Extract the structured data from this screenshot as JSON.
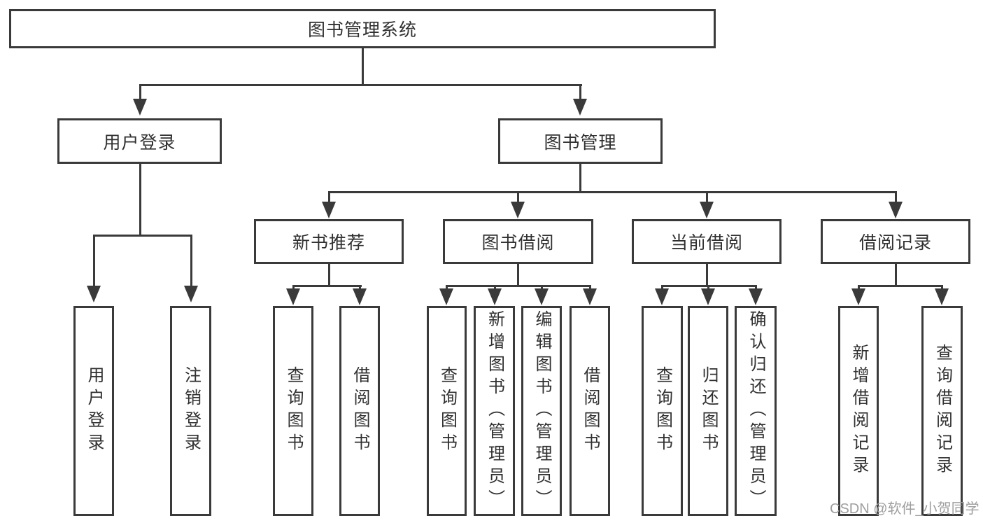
{
  "diagram": {
    "title": "图书管理系统",
    "level2": [
      {
        "label": "用户登录"
      },
      {
        "label": "图书管理"
      }
    ],
    "level3": [
      {
        "label": "新书推荐"
      },
      {
        "label": "图书借阅"
      },
      {
        "label": "当前借阅"
      },
      {
        "label": "借阅记录"
      }
    ],
    "leaves": [
      {
        "label": "用户登录"
      },
      {
        "label": "注销登录"
      },
      {
        "label": "查询图书"
      },
      {
        "label": "借阅图书"
      },
      {
        "label": "查询图书"
      },
      {
        "label": "新增图书（管理员）"
      },
      {
        "label": "编辑图书（管理员）"
      },
      {
        "label": "借阅图书"
      },
      {
        "label": "查询图书"
      },
      {
        "label": "归还图书"
      },
      {
        "label": "确认归还（管理员）"
      },
      {
        "label": "新增借阅记录"
      },
      {
        "label": "查询借阅记录"
      }
    ],
    "watermark": "CSDN @软件_小贺同学",
    "colors": {
      "line": "#3a3a3a",
      "text": "#303030",
      "watermark": "#9e9e9e",
      "background": "#ffffff"
    }
  }
}
